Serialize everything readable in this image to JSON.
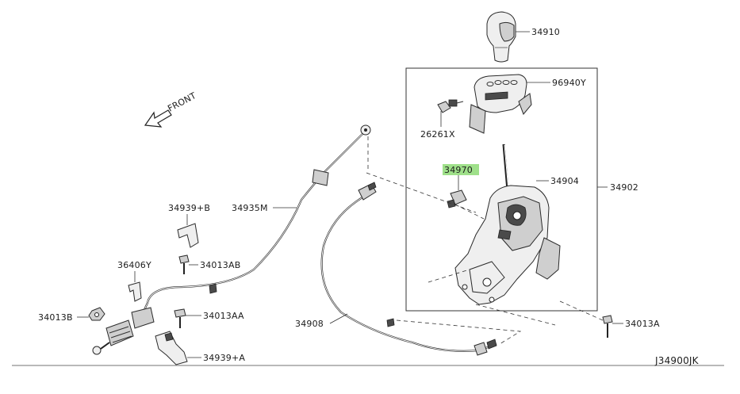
{
  "diagram": {
    "direction_label": "FRONT",
    "catalog_code": "J34900JK",
    "highlight_color": "#9fe08a",
    "parts": {
      "p34910": "34910",
      "p96940Y": "96940Y",
      "p26261X": "26261X",
      "p34970": "34970",
      "p34904": "34904",
      "p34902": "34902",
      "p34939B": "34939+B",
      "p34935M": "34935M",
      "p34013AB": "34013AB",
      "p36406Y": "36406Y",
      "p34013AA": "34013AA",
      "p34013B": "34013B",
      "p34908": "34908",
      "p34013A": "34013A",
      "p34939A": "34939+A"
    }
  }
}
